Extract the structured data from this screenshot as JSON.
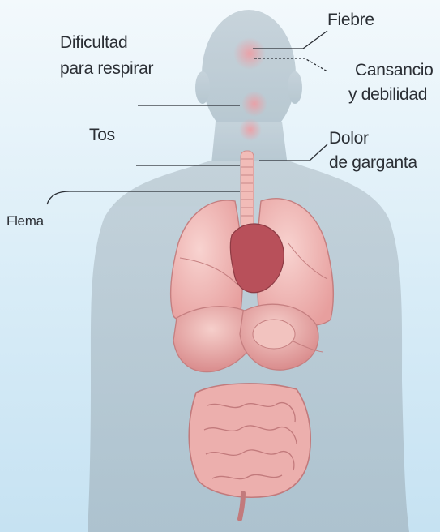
{
  "labels": {
    "fiebre": "Fiebre",
    "dificultad_line1": "Dificultad",
    "dificultad_line2": "para respirar",
    "cansancio_line1": "Cansancio",
    "cansancio_line2": "y debilidad",
    "tos": "Tos",
    "dolor_line1": "Dolor",
    "dolor_line2": "de garganta",
    "flema": "Flema"
  },
  "colors": {
    "background": "#d8ecf7",
    "body_silhouette": "#a9b8c2",
    "organ_pink": "#f0b7b3",
    "heart": "#b8505a",
    "intestine": "#e9a6a6",
    "symptom_glow": "#f1a2a6",
    "leader_line": "#2b2f35"
  }
}
